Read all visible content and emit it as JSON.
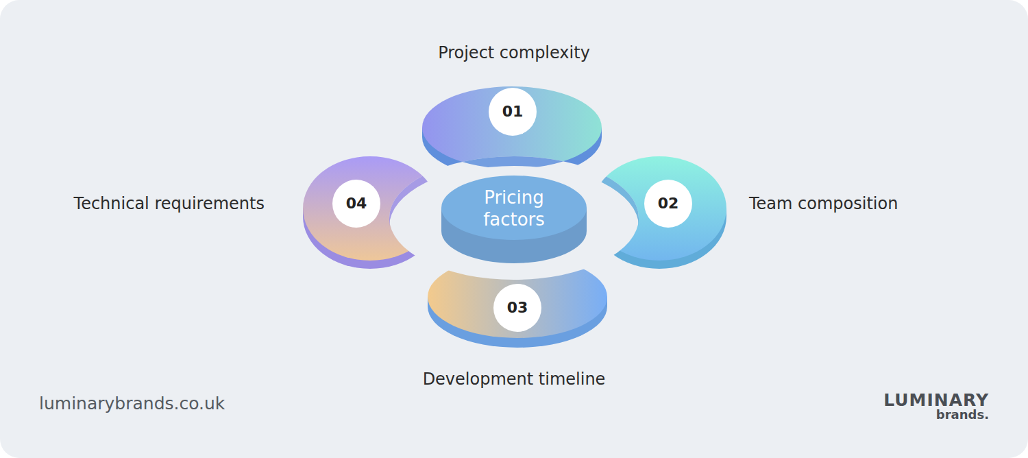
{
  "diagram": {
    "nodes": [
      {
        "text": [
          "Pricing factors"
        ]
      },
      {
        "text": [
          "Project complexity"
        ]
      },
      {
        "text": [
          "01"
        ],
        "in": 1
      },
      {
        "text": [
          "Team composition"
        ]
      },
      {
        "text": [
          "02"
        ],
        "in": 3
      },
      {
        "text": [
          "Development timeline"
        ]
      },
      {
        "text": [
          "03"
        ],
        "in": 5
      },
      {
        "text": [
          "Technical requirements"
        ]
      },
      {
        "text": [
          "04"
        ],
        "in": 7
      }
    ],
    "labels": [
      "luminarybrands.co.uk",
      "LUMINARY",
      "brands."
    ]
  }
}
